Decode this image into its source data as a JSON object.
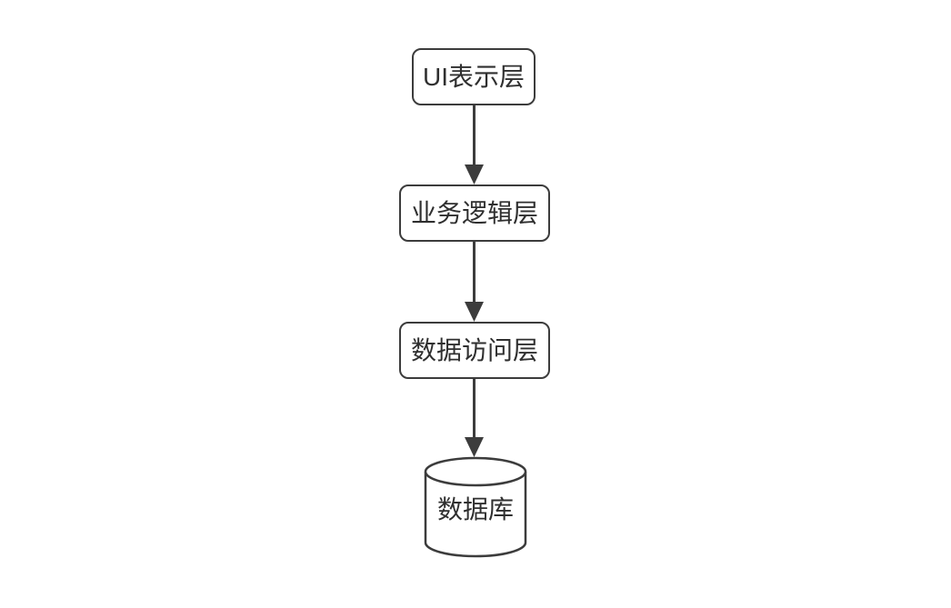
{
  "diagram": {
    "background_color": "#ffffff",
    "node_fill_color": "#ffffff",
    "stroke_color": "#3c3c3c",
    "text_color": "#2f2f2f",
    "nodes": [
      {
        "id": "ui-layer",
        "label": "UI表示层",
        "shape": "rounded-rectangle"
      },
      {
        "id": "business-logic-layer",
        "label": "业务逻辑层",
        "shape": "rounded-rectangle"
      },
      {
        "id": "data-access-layer",
        "label": "数据访问层",
        "shape": "rounded-rectangle"
      },
      {
        "id": "database",
        "label": "数据库",
        "shape": "cylinder"
      }
    ],
    "edges": [
      {
        "from": "ui-layer",
        "to": "business-logic-layer",
        "style": "solid-arrow"
      },
      {
        "from": "business-logic-layer",
        "to": "data-access-layer",
        "style": "solid-arrow"
      },
      {
        "from": "data-access-layer",
        "to": "database",
        "style": "solid-arrow"
      }
    ]
  }
}
